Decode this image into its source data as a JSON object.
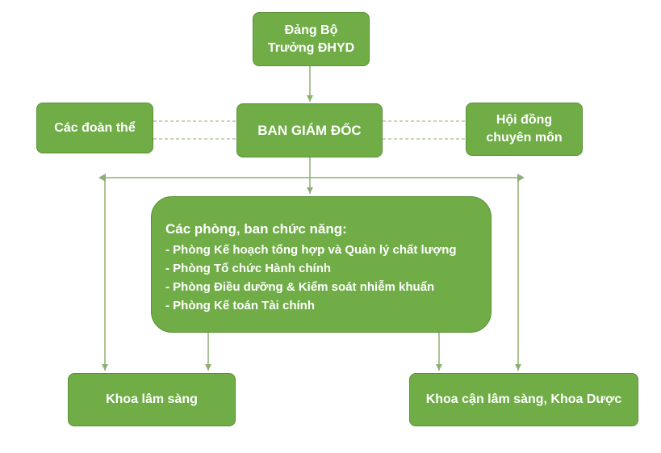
{
  "party": {
    "line1": "Đảng Bộ",
    "line2": "Trưởng ĐHYD"
  },
  "unions": {
    "label": "Các đoàn thể"
  },
  "board": {
    "label": "BAN GIÁM ĐỐC"
  },
  "council": {
    "line1": "Hội đồng",
    "line2": "chuyên môn"
  },
  "functional": {
    "title": "Các phòng, ban chức năng:",
    "items": [
      "- Phòng Kế hoạch tổng hợp và Quản lý chất lượng",
      "- Phòng Tổ chức Hành chính",
      "- Phòng Điều dưỡng & Kiểm soát nhiễm khuẩn",
      "- Phòng Kế toán Tài chính"
    ]
  },
  "clinical": {
    "label": "Khoa lâm sàng"
  },
  "paraclinical": {
    "label": "Khoa cận lâm sàng, Khoa Dược"
  },
  "colors": {
    "box_fill": "#70ad47",
    "connector": "#8faf72",
    "text": "#ffffff"
  }
}
